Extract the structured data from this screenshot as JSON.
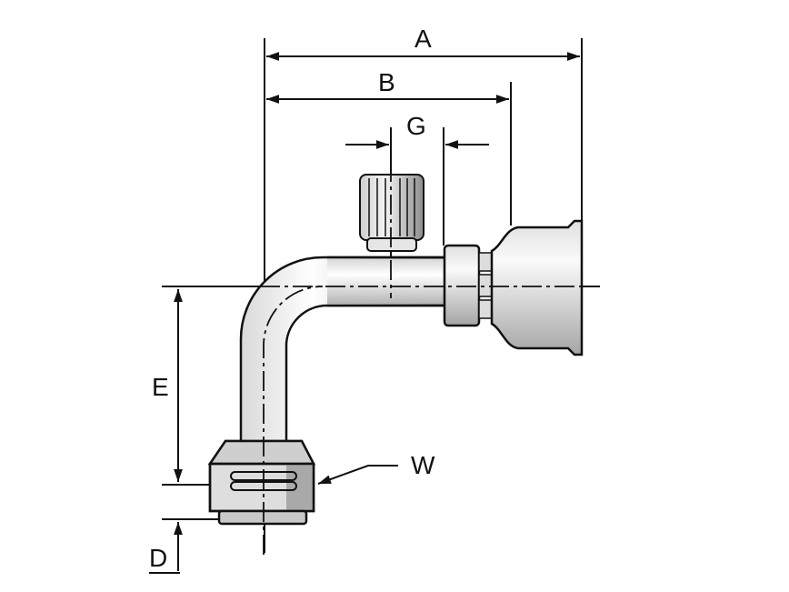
{
  "diagram": {
    "type": "technical-drawing",
    "subject": "90-degree bent tube hose fitting with service port and swivel nut",
    "dimension_labels": {
      "A": "A",
      "B": "B",
      "G": "G",
      "E": "E",
      "D": "D",
      "W": "W"
    },
    "colors": {
      "line": "#111111",
      "metal_light": "#f2f2f2",
      "metal_mid": "#d4d4d4",
      "metal_dark": "#9a9a9a",
      "background": "#ffffff"
    }
  }
}
